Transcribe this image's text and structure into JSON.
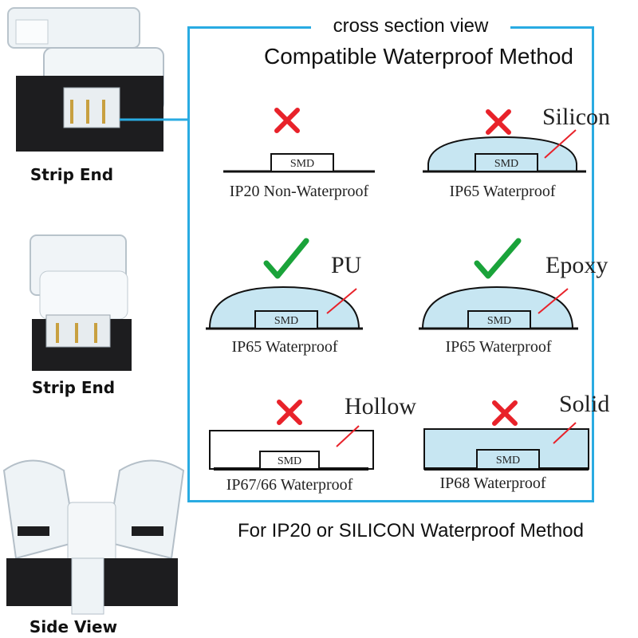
{
  "photos": {
    "top_label": "Strip End",
    "middle_label": "Strip End",
    "bottom_label": "Side View"
  },
  "frame": {
    "title": "cross section view",
    "heading": "Compatible Waterproof Method",
    "border_color": "#29abe2"
  },
  "cells": [
    {
      "caption": "IP20 Non-Waterproof",
      "material": "",
      "status": "cross",
      "chip_label": "SMD"
    },
    {
      "caption": "IP65 Waterproof",
      "material": "Silicon",
      "status": "cross",
      "chip_label": "SMD"
    },
    {
      "caption": "IP65 Waterproof",
      "material": "PU",
      "status": "check",
      "chip_label": "SMD"
    },
    {
      "caption": "IP65 Waterproof",
      "material": "Epoxy",
      "status": "check",
      "chip_label": "SMD"
    },
    {
      "caption": "IP67/66 Waterproof",
      "material": "Hollow",
      "status": "cross",
      "chip_label": "SMD"
    },
    {
      "caption": "IP68 Waterproof",
      "material": "Solid",
      "status": "cross",
      "chip_label": "SMD"
    }
  ],
  "footer": "For IP20 or SILICON Waterproof Method",
  "colors": {
    "cross": "#e8222a",
    "check": "#1aa33a",
    "encapsulant": "#c7e6f2",
    "pointer": "#e8222a"
  }
}
